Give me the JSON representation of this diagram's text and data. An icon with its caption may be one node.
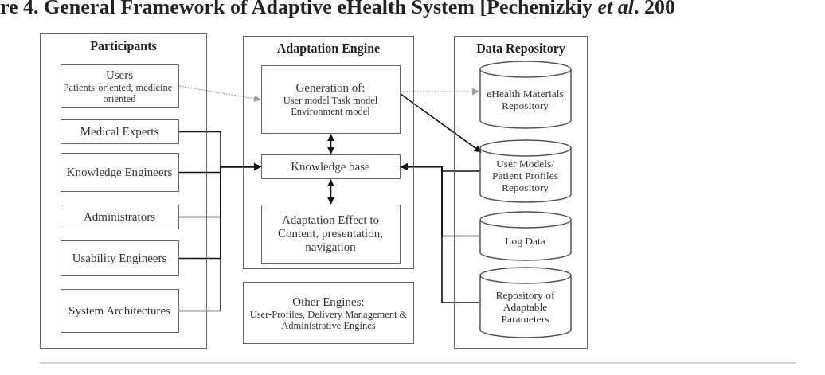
{
  "diagram": {
    "title": "re 4. General Framework of Adaptive eHealth System [Pechenizkiy *et al*. 200",
    "nodes": [
      {
        "text": [
          "Participants"
        ]
      },
      {
        "text": [
          "Users",
          "Patients-oriented, medicine-oriented"
        ],
        "in": 0
      },
      {
        "text": [
          "Medical Experts"
        ],
        "in": 0
      },
      {
        "text": [
          "Knowledge Engineers"
        ],
        "in": 0
      },
      {
        "text": [
          "Administrators"
        ],
        "in": 0
      },
      {
        "text": [
          "Usability Engineers"
        ],
        "in": 0
      },
      {
        "text": [
          "System Architectures"
        ],
        "in": 0
      },
      {
        "text": [
          "Adaptation Engine"
        ]
      },
      {
        "text": [
          "Generation of:",
          "User model Task model Environment model"
        ],
        "in": 7
      },
      {
        "text": [
          "Knowledge base"
        ],
        "in": 7
      },
      {
        "text": [
          "Adaptation Effect to Content, presentation, navigation"
        ],
        "in": 7
      },
      {
        "text": [
          "Other Engines:",
          "User-Profiles, Delivery Management & Administrative Engines"
        ]
      },
      {
        "text": [
          "Data Repository"
        ]
      },
      {
        "text": [
          "eHealth Materials Repository"
        ],
        "in": 12
      },
      {
        "text": [
          "User Models/ Patient Profiles Repository"
        ],
        "in": 12
      },
      {
        "text": [
          "Log Data"
        ],
        "in": 12
      },
      {
        "text": [
          "Repository of Adaptable Parameters"
        ],
        "in": 12
      }
    ],
    "edges": [
      {
        "from": 1,
        "to": 8,
        "arrow": "to",
        "style": "dashed",
        "color": "#9a9a9a"
      },
      {
        "from": 2,
        "to": 9,
        "arrow": "to"
      },
      {
        "from": 3,
        "to": 9,
        "arrow": "to"
      },
      {
        "from": 4,
        "to": 9,
        "arrow": "to"
      },
      {
        "from": 5,
        "to": 9,
        "arrow": "to"
      },
      {
        "from": 6,
        "to": 9,
        "arrow": "to"
      },
      {
        "from": 8,
        "to": 13,
        "arrow": "to",
        "style": "dashed",
        "color": "#9a9a9a"
      },
      {
        "from": 8,
        "to": 14,
        "arrow": "to"
      },
      {
        "from": 8,
        "to": 9,
        "arrow": "both"
      },
      {
        "from": 9,
        "to": 10,
        "arrow": "both"
      },
      {
        "from": 14,
        "to": 9,
        "arrow": "to"
      },
      {
        "from": 15,
        "to": 9,
        "arrow": "to"
      },
      {
        "from": 16,
        "to": 9,
        "arrow": "to"
      }
    ]
  }
}
